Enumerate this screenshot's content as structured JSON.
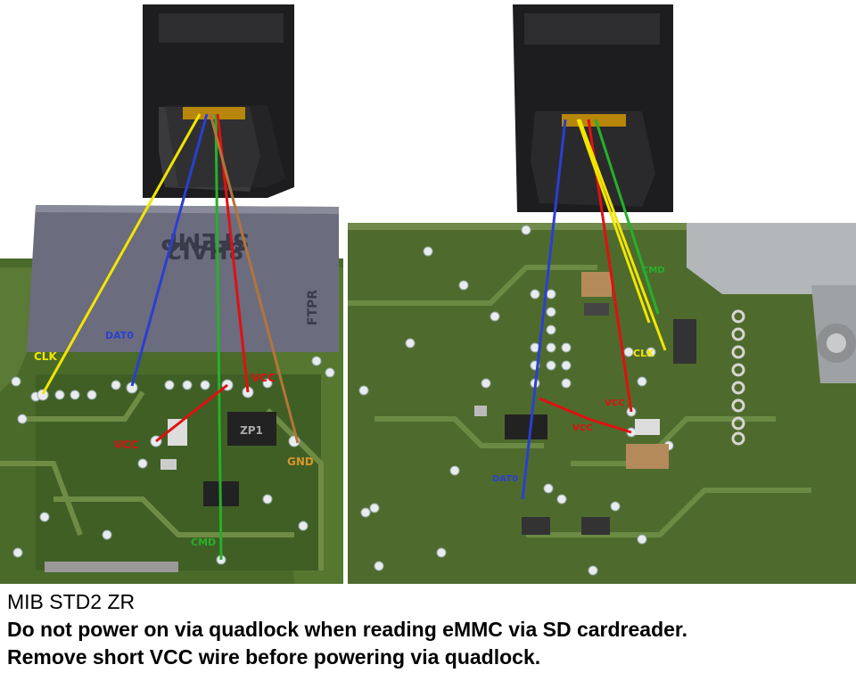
{
  "left_photo": {
    "chip_marking": [
      "SFEMP",
      "8HAI2"
    ],
    "chip_side_text": "FTPR",
    "component_marking": "ZP1",
    "labels": {
      "clk": "CLK",
      "dat0": "DAT0",
      "vcc_top": "VCC",
      "vcc_left": "VCC",
      "gnd": "GND",
      "cmd": "CMD"
    }
  },
  "right_photo": {
    "labels": {
      "cmd": "CMD",
      "clk": "CLK",
      "vcc_top": "VCC",
      "vcc_left": "VCC",
      "dat0": "DAT0"
    }
  },
  "wire_colors": {
    "CLK": "#f2e600",
    "DAT0": "#2b3fd1",
    "VCC": "#e01010",
    "GND": "#b5743a",
    "CMD": "#27b02a"
  },
  "caption": {
    "line1": "MIB STD2 ZR",
    "line2": "Do not power on via quadlock when reading eMMC via SD cardreader.",
    "line3": "Remove short VCC wire before powering via quadlock."
  }
}
